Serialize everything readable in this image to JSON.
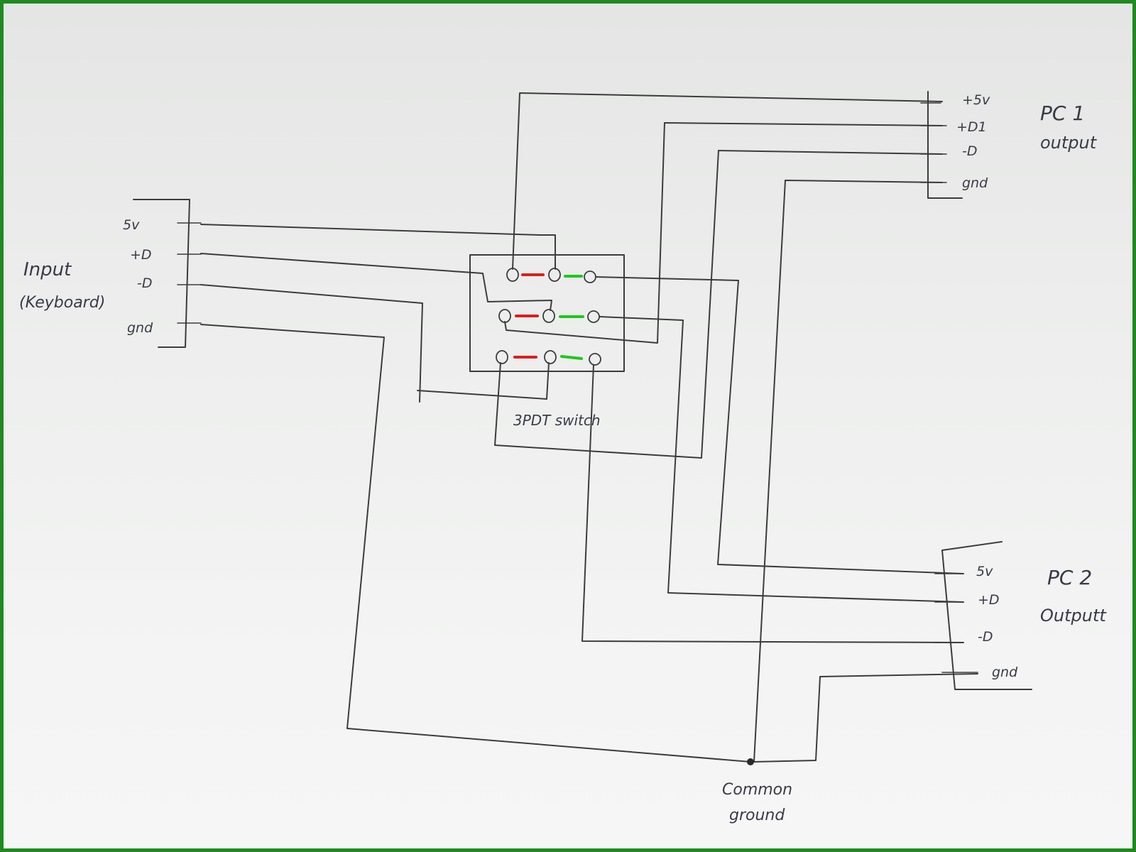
{
  "input_connector": {
    "title": "Input",
    "subtitle": "(Keyboard)",
    "pins": [
      "5v",
      "+D",
      "-D",
      "gnd"
    ]
  },
  "pc1_connector": {
    "title": "PC 1",
    "subtitle": "output",
    "pins": [
      "+5v",
      "+D1",
      "-D",
      "gnd"
    ]
  },
  "pc2_connector": {
    "title": "PC 2",
    "subtitle": "Outputt",
    "pins": [
      "5v",
      "+D",
      "-D",
      "gnd"
    ]
  },
  "switch": {
    "label": "3PDT switch"
  },
  "ground": {
    "line1": "Common",
    "line2": "ground"
  },
  "colors": {
    "border": "#1f8a1f",
    "pole_to_pc1": "#e01c1c",
    "pole_to_pc2": "#1ec81e",
    "ink": "#3c3c3c"
  }
}
